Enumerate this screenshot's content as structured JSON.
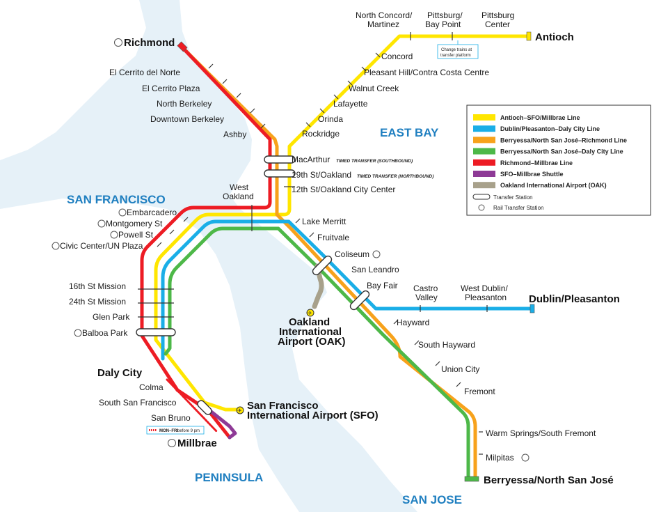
{
  "regions": {
    "east_bay": "EAST BAY",
    "san_francisco": "SAN FRANCISCO",
    "peninsula": "PENINSULA",
    "san_jose": "SAN JOSE"
  },
  "terminals": {
    "antioch": "Antioch",
    "richmond": "Richmond",
    "dublin": "Dublin/Pleasanton",
    "berryessa": "Berryessa/North San José",
    "millbrae": "Millbrae",
    "daly_city": "Daly City"
  },
  "stations": {
    "north_concord_1": "North Concord/",
    "north_concord_2": "Martinez",
    "pittsburg_bp_1": "Pittsburg/",
    "pittsburg_bp_2": "Bay Point",
    "pittsburg_c_1": "Pittsburg",
    "pittsburg_c_2": "Center",
    "concord": "Concord",
    "pleasant_hill": "Pleasant Hill/Contra Costa Centre",
    "walnut_creek": "Walnut Creek",
    "lafayette": "Lafayette",
    "orinda": "Orinda",
    "rockridge": "Rockridge",
    "el_cerrito_norte": "El Cerrito del Norte",
    "el_cerrito_plaza": "El Cerrito Plaza",
    "north_berkeley": "North Berkeley",
    "downtown_berkeley": "Downtown Berkeley",
    "ashby": "Ashby",
    "macarthur": "MacArthur",
    "nineteenth": "19th St/Oakland",
    "twelfth": "12th St/Oakland City Center",
    "west_oakland_1": "West",
    "west_oakland_2": "Oakland",
    "lake_merritt": "Lake Merritt",
    "fruitvale": "Fruitvale",
    "coliseum": "Coliseum",
    "san_leandro": "San Leandro",
    "bay_fair": "Bay Fair",
    "castro_valley_1": "Castro",
    "castro_valley_2": "Valley",
    "west_dublin_1": "West Dublin/",
    "west_dublin_2": "Pleasanton",
    "hayward": "Hayward",
    "south_hayward": "South Hayward",
    "union_city": "Union City",
    "fremont": "Fremont",
    "warm_springs": "Warm Springs/South Fremont",
    "milpitas": "Milpitas",
    "embarcadero": "Embarcadero",
    "montgomery": "Montgomery St",
    "powell": "Powell St",
    "civic_center": "Civic Center/UN Plaza",
    "sixteenth": "16th St Mission",
    "twentyfourth": "24th St Mission",
    "glen_park": "Glen Park",
    "balboa_park": "Balboa Park",
    "colma": "Colma",
    "south_sf": "South San Francisco",
    "san_bruno": "San Bruno",
    "sfo_1": "San Francisco",
    "sfo_2": "International Airport (SFO)",
    "oak_1": "Oakland",
    "oak_2": "International",
    "oak_3": "Airport (OAK)"
  },
  "notes": {
    "timed_south": "TIMED TRANSFER (SOUTHBOUND)",
    "timed_north": "TIMED TRANSFER (NORTHBOUND)",
    "change_1": "Change trains at",
    "change_2": "transfer platform",
    "monfri_a": "MON–FRI",
    "monfri_b": "before 9 pm"
  },
  "legend": {
    "items": [
      {
        "label": "Antioch–SFO/Millbrae Line",
        "color": "#ffe600"
      },
      {
        "label": "Dublin/Pleasanton–Daly City Line",
        "color": "#1aaee7"
      },
      {
        "label": "Berryessa/North San José–Richmond Line",
        "color": "#f7a21b"
      },
      {
        "label": "Berryessa/North San José–Daly City Line",
        "color": "#4db848"
      },
      {
        "label": "Richmond–Millbrae Line",
        "color": "#ed1c24"
      },
      {
        "label": "SFO–Millbrae Shuttle",
        "color": "#8e3a96"
      },
      {
        "label": "Oakland International Airport (OAK)",
        "color": "#a8a18b"
      }
    ],
    "transfer_station": "Transfer Station",
    "rail_transfer": "Rail Transfer Station"
  },
  "colors": {
    "water": "#e6f1f8",
    "land": "#ffffff",
    "region_text": "#1f7fc0"
  }
}
